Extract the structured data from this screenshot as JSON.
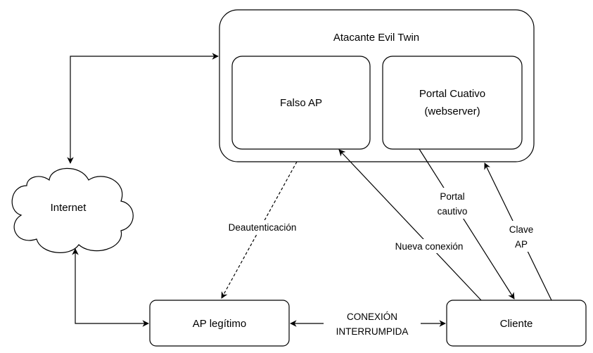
{
  "nodes": {
    "attacker": {
      "title": "Atacante Evil Twin"
    },
    "fake_ap": {
      "label": "Falso AP"
    },
    "portal": {
      "line1": "Portal Cuativo",
      "line2": "(webserver)"
    },
    "internet": {
      "label": "Internet"
    },
    "legit_ap": {
      "label": "AP legítimo"
    },
    "client": {
      "label": "Cliente"
    }
  },
  "edges": {
    "deauth": {
      "label": "Deautenticación",
      "style": "dashed"
    },
    "new_connection": {
      "label": "Nueva conexión"
    },
    "portal_cautivo": {
      "line1": "Portal",
      "line2": "cautivo"
    },
    "clave_ap": {
      "line1": "Clave",
      "line2": "AP"
    },
    "connection_interrupted": {
      "line1": "CONEXIÓN",
      "line2": "INTERRUMPIDA"
    }
  },
  "colors": {
    "stroke": "#000000",
    "fill": "#ffffff"
  }
}
